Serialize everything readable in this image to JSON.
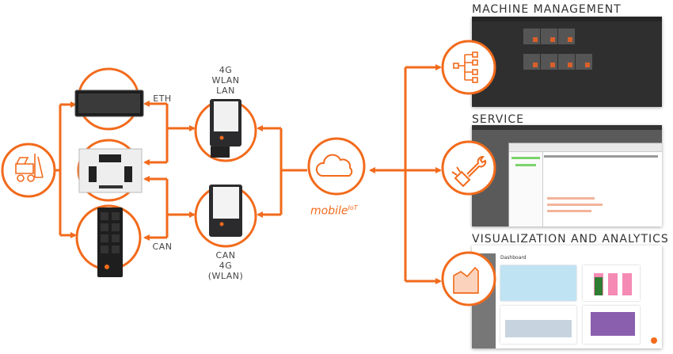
{
  "labels": {
    "eth": "ETH",
    "can": "CAN",
    "gateway_top": [
      "4G",
      "WLAN",
      "LAN"
    ],
    "gateway_bottom": [
      "CAN",
      "4G",
      "(WLAN)"
    ]
  },
  "cloud": {
    "brand_main": "mobile",
    "brand_sup": "IoT"
  },
  "sections": {
    "machine_management": "MACHINE MANAGEMENT",
    "service": "SERVICE",
    "visualization": "VISUALIZATION AND ANALYTICS"
  },
  "viz_screenshot": {
    "page_title": "Dashboard"
  },
  "colors": {
    "accent": "#f26a1b",
    "dark_ui": "#2f2f2f"
  },
  "icons": [
    "forklift-icon",
    "cloud-icon",
    "hierarchy-icon",
    "plug-wrench-icon",
    "area-chart-icon"
  ]
}
